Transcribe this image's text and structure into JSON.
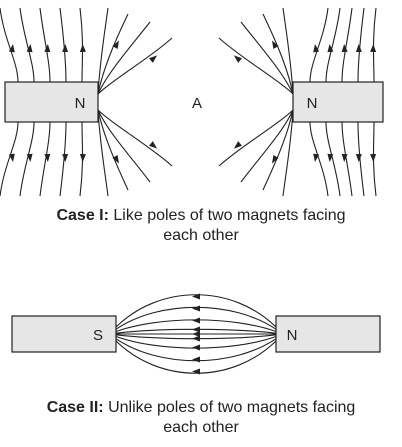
{
  "case1": {
    "left_pole": "N",
    "right_pole": "N",
    "point_label": "A",
    "caption_bold": "Case I:",
    "caption_line1": "Like poles of two magnets facing",
    "caption_line2": "each other"
  },
  "case2": {
    "left_pole": "S",
    "right_pole": "N",
    "caption_bold": "Case II:",
    "caption_line1": "Unlike poles of two magnets facing",
    "caption_line2": "each other"
  }
}
